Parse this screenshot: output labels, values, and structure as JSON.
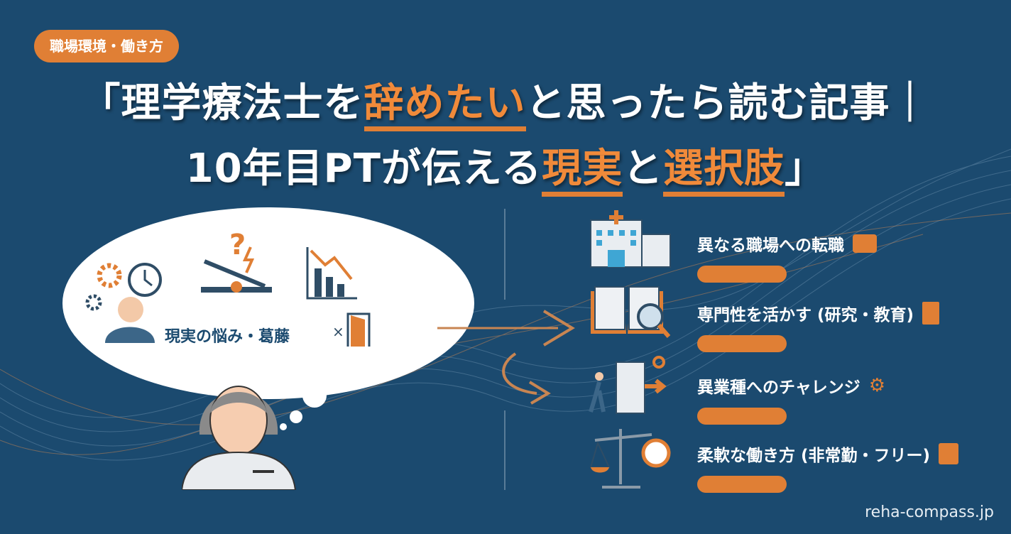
{
  "category_badge": "職場環境・働き方",
  "title": {
    "line1_a": "「理学療法士を",
    "line1_hl": "辞めたい",
    "line1_b": "と思ったら読む記事｜",
    "line2_a": "10年目PTが伝える",
    "line2_hl1": "現実",
    "line2_mid": "と",
    "line2_hl2": "選択肢",
    "line2_end": "」"
  },
  "bubble_label": "現実の悩み・葛藤",
  "options": [
    {
      "label": "異なる職場への転職",
      "icon": "hospital-icon",
      "badge_icon": "briefcase-icon"
    },
    {
      "label": "専門性を活かす (研究・教育)",
      "icon": "book-magnifier-icon",
      "badge_icon": "certificate-icon"
    },
    {
      "label": "異業種へのチャレンジ",
      "icon": "person-building-icon",
      "badge_icon": "gears-icon"
    },
    {
      "label": "柔軟な働き方 (非常勤・フリー)",
      "icon": "scale-stopwatch-icon",
      "badge_icon": "calendar-icon"
    }
  ],
  "site": "reha-compass.jp",
  "colors": {
    "background": "#1b4a6f",
    "accent": "#e07f35"
  }
}
